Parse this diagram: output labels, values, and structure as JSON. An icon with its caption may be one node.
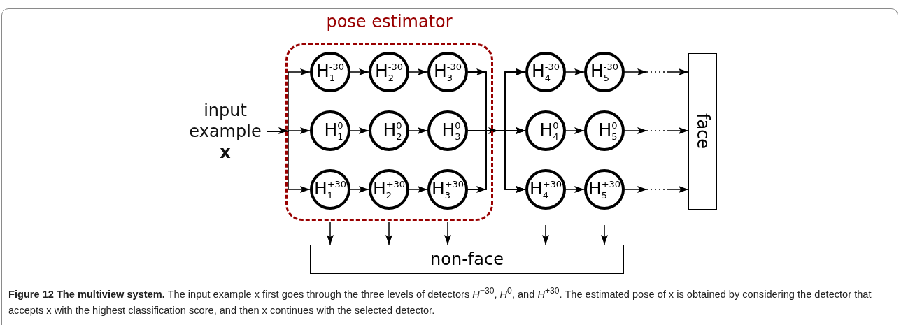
{
  "diagram": {
    "caption": "**Figure 12 The multiview system.** The input example x first goes through the three levels of detectors *H*$^{−30}$, *H*$^{0}$, and *H*$^{+30}$. The estimated pose of x is obtained by considering the detector that accepts x with the highest classification score, and then x continues with the selected detector.",
    "nodes": [
      {
        "text": [
          "pose estimator"
        ]
      },
      {
        "text": [
          "input example **x**"
        ]
      },
      {
        "text": [
          "H$_{1}$$^{-30}$"
        ],
        "in": 0
      },
      {
        "text": [
          "H$_{2}$$^{-30}$"
        ],
        "in": 0
      },
      {
        "text": [
          "H$_{3}$$^{-30}$"
        ],
        "in": 0
      },
      {
        "text": [
          "H$_{4}$$^{-30}$"
        ]
      },
      {
        "text": [
          "H$_{5}$$^{-30}$"
        ]
      },
      {
        "text": [
          "H$_{1}$$^{0}$"
        ],
        "in": 0
      },
      {
        "text": [
          "H$_{2}$$^{0}$"
        ],
        "in": 0
      },
      {
        "text": [
          "H$_{3}$$^{0}$"
        ],
        "in": 0
      },
      {
        "text": [
          "H$_{4}$$^{0}$"
        ]
      },
      {
        "text": [
          "H$_{5}$$^{0}$"
        ]
      },
      {
        "text": [
          "H$_{1}$$^{+30}$"
        ],
        "in": 0
      },
      {
        "text": [
          "H$_{2}$$^{+30}$"
        ],
        "in": 0
      },
      {
        "text": [
          "H$_{3}$$^{+30}$"
        ],
        "in": 0
      },
      {
        "text": [
          "H$_{4}$$^{+30}$"
        ]
      },
      {
        "text": [
          "H$_{5}$$^{+30}$"
        ]
      },
      {
        "text": [
          "face"
        ]
      },
      {
        "text": [
          "non-face"
        ]
      }
    ],
    "edges": [
      {
        "from": 1,
        "to": 2,
        "arrow": "to"
      },
      {
        "from": 1,
        "to": 7,
        "arrow": "to"
      },
      {
        "from": 1,
        "to": 12,
        "arrow": "to"
      },
      {
        "from": 2,
        "to": 3,
        "arrow": "to"
      },
      {
        "from": 3,
        "to": 4,
        "arrow": "to"
      },
      {
        "from": 7,
        "to": 8,
        "arrow": "to"
      },
      {
        "from": 8,
        "to": 9,
        "arrow": "to"
      },
      {
        "from": 12,
        "to": 13,
        "arrow": "to"
      },
      {
        "from": 13,
        "to": 14,
        "arrow": "to"
      },
      {
        "from": 4,
        "to": 5,
        "arrow": "to"
      },
      {
        "from": 4,
        "to": 10,
        "arrow": "to"
      },
      {
        "from": 4,
        "to": 15,
        "arrow": "to"
      },
      {
        "from": 9,
        "to": 5,
        "arrow": "to"
      },
      {
        "from": 9,
        "to": 10,
        "arrow": "to"
      },
      {
        "from": 9,
        "to": 15,
        "arrow": "to"
      },
      {
        "from": 14,
        "to": 5,
        "arrow": "to"
      },
      {
        "from": 14,
        "to": 10,
        "arrow": "to"
      },
      {
        "from": 14,
        "to": 15,
        "arrow": "to"
      },
      {
        "from": 5,
        "to": 6,
        "arrow": "to"
      },
      {
        "from": 10,
        "to": 11,
        "arrow": "to"
      },
      {
        "from": 15,
        "to": 16,
        "arrow": "to"
      },
      {
        "from": 6,
        "to": 17,
        "arrow": "to",
        "style": "dashed"
      },
      {
        "from": 11,
        "to": 17,
        "arrow": "to",
        "style": "dashed"
      },
      {
        "from": 16,
        "to": 17,
        "arrow": "to",
        "style": "dashed"
      },
      {
        "from": 0,
        "to": 18,
        "arrow": "to"
      },
      {
        "from": 0,
        "to": 18,
        "arrow": "to"
      },
      {
        "from": 0,
        "to": 18,
        "arrow": "to"
      },
      {
        "from": null,
        "to": 18,
        "arrow": "to"
      },
      {
        "from": null,
        "to": 18,
        "arrow": "to"
      }
    ]
  }
}
